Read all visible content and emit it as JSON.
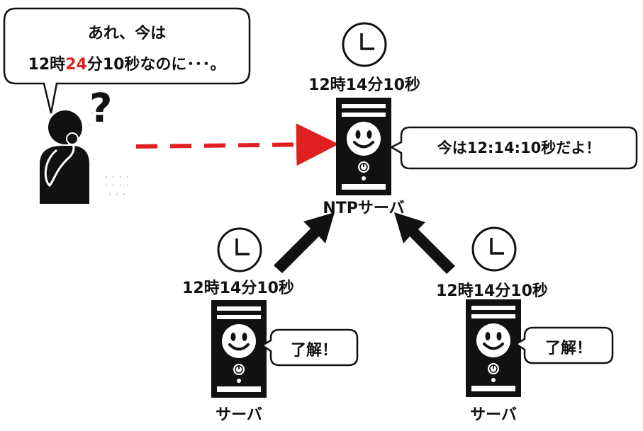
{
  "speech": {
    "line1": "あれ、今は",
    "line2_pre": "12時",
    "line2_highlight": "24",
    "line2_post": "分10秒なのに･･･。",
    "question_mark": "?"
  },
  "ntp": {
    "time": "12時14分10秒",
    "label": "NTPサーバ",
    "reply": "今は12:14:10秒だよ！"
  },
  "left_server": {
    "time": "12時14分10秒",
    "label": "サーバ",
    "reply": "了解！"
  },
  "right_server": {
    "time": "12時14分10秒",
    "label": "サーバ",
    "reply": "了解！"
  },
  "icons": {
    "person": "confused-person-icon",
    "clock": "clock-icon",
    "server": "smiley-server-icon"
  },
  "colors": {
    "highlight": "#e02020",
    "dashed_arrow": "#e02020",
    "ink": "#111111"
  }
}
